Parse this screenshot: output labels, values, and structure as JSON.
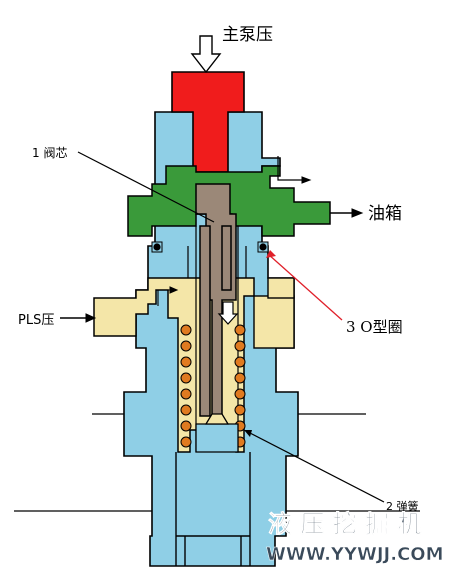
{
  "labels": {
    "main_pump_pressure": "主泵压",
    "valve_core": "1 阀芯",
    "tank": "油箱",
    "o_ring": "3 O型圈",
    "pls_pressure": "PLS压",
    "spring": "2 弹簧"
  },
  "watermark": {
    "title": "液 压 挖 掘 机",
    "url": "WWW.YYWJJ.COM"
  },
  "colors": {
    "body": "#8fcfe6",
    "spool": "#9b8878",
    "inlet_red": "#f01c1c",
    "tank_port": "#3a9a3a",
    "pls_port": "#f4e6a8",
    "spring_coil": "#e07a20",
    "outline": "#000000",
    "o_ring_leader": "#e0202a"
  }
}
